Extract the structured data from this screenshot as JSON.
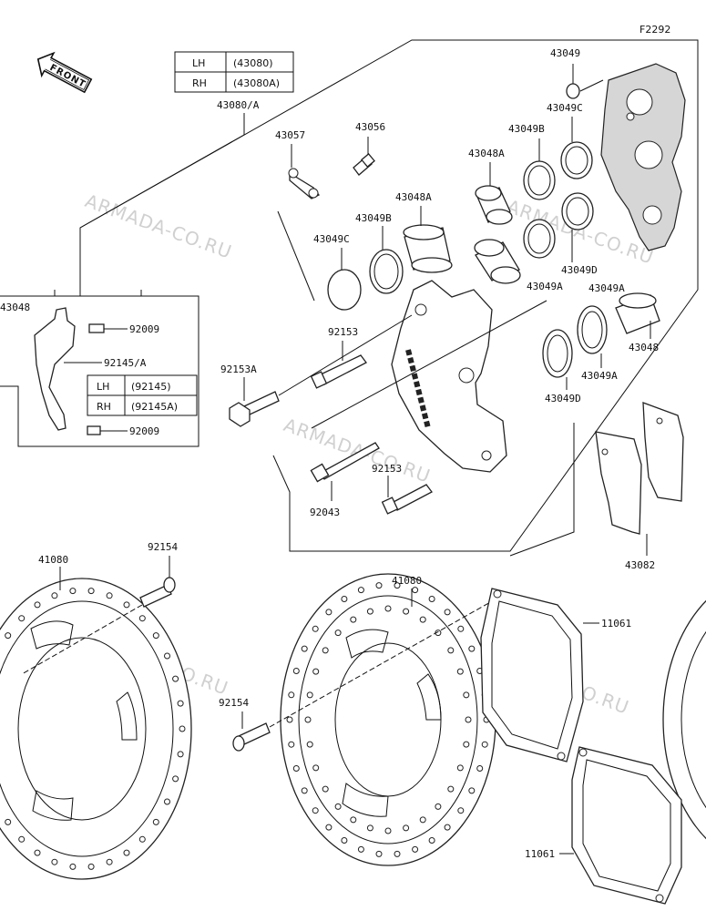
{
  "figure_code": "F2292",
  "front_label": "FRONT",
  "watermark": "ARMADA-CO.RU",
  "caliper_table": {
    "rows": [
      {
        "side": "LH",
        "part": "(43080)"
      },
      {
        "side": "RH",
        "part": "(43080A)"
      }
    ]
  },
  "bracket_table": {
    "rows": [
      {
        "side": "LH",
        "part": "(92145)"
      },
      {
        "side": "RH",
        "part": "(92145A)"
      }
    ]
  },
  "parts": {
    "caliper_assy": "43080/A",
    "pin_43057": "43057",
    "bleeder_43056": "43056",
    "seal_43049_top": "43049",
    "seal_43049c_top": "43049C",
    "seal_43049b_top": "43049B",
    "piston_43048a_top": "43048A",
    "piston_43048a_mid": "43048A",
    "seal_43049b_mid": "43049B",
    "seal_43049c_mid": "43049C",
    "seal_43049d_top": "43049D",
    "seal_43049a_overlap": "43049A",
    "seal_43049a_right": "43049A",
    "piston_43048_right": "43048",
    "piston_43048_left": "43048",
    "bolt_92009_top": "92009",
    "bracket_92145": "92145/A",
    "bolt_92009_bottom": "92009",
    "bolt_92153_top": "92153",
    "bolt_92153a": "92153A",
    "seal_43049a_lower": "43049A",
    "seal_43049d_lower": "43049D",
    "bolt_92153_lower": "92153",
    "pin_92043": "92043",
    "pads_43082": "43082",
    "disc_41080_left": "41080",
    "bolt_92154_top": "92154",
    "disc_41080_center": "41080",
    "gasket_11061_top": "11061",
    "bolt_92154_mid": "92154",
    "gasket_11061_bottom": "11061"
  }
}
